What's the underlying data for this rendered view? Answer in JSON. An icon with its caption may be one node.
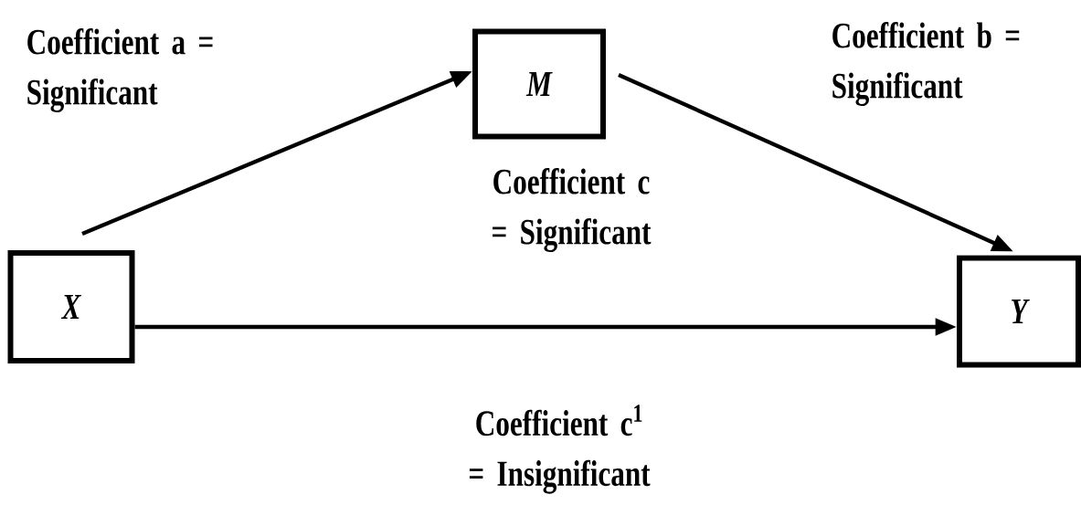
{
  "diagram": {
    "nodes": [
      {
        "text": [
          "X"
        ]
      },
      {
        "text": [
          "M"
        ]
      },
      {
        "text": [
          "Y"
        ]
      }
    ],
    "edges": [
      {
        "from": 0,
        "to": 1,
        "arrow": "to"
      },
      {
        "from": 1,
        "to": 2,
        "arrow": "to"
      },
      {
        "from": 0,
        "to": 2,
        "arrow": "to"
      }
    ],
    "labels": [
      "Coefficient a = Significant",
      "Coefficient b = Significant",
      "Coefficient c = Significant",
      "Coefficient c$^{1}$ = Insignificant"
    ]
  }
}
